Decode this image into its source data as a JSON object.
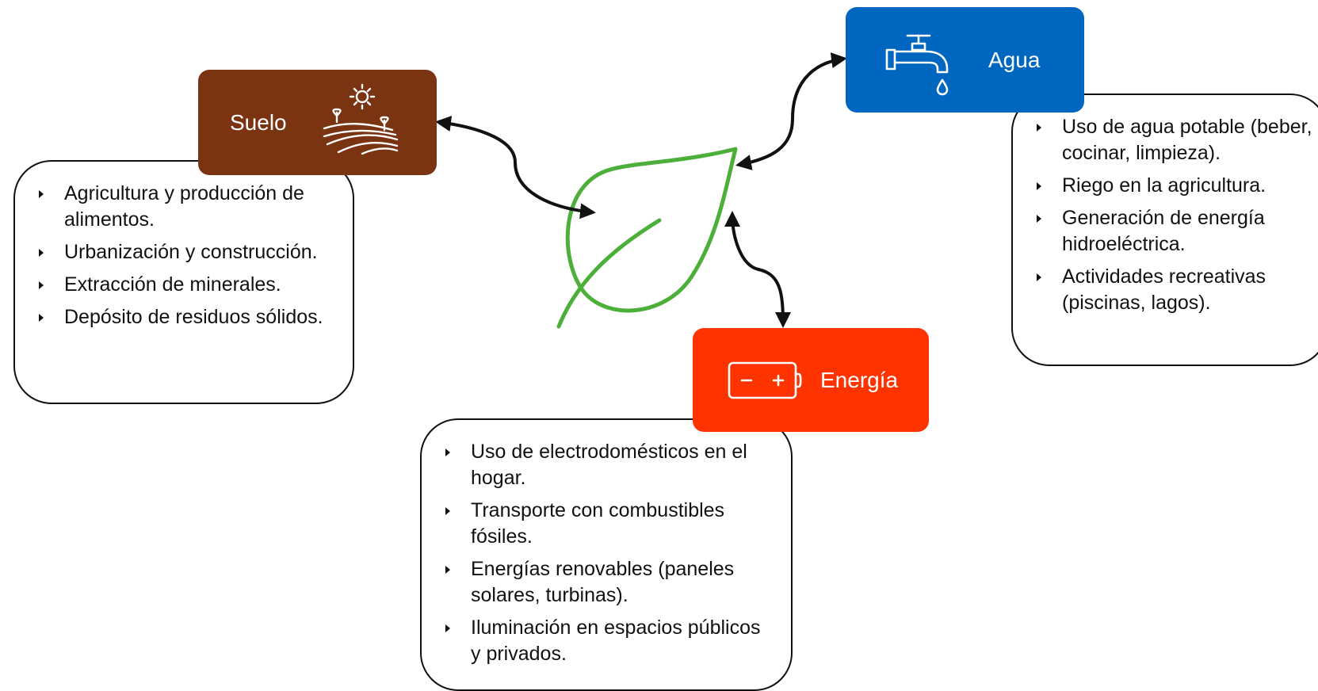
{
  "diagram": {
    "nodes": {
      "suelo": {
        "label": "Suelo",
        "color": "#7a3412",
        "icon": "farm-field-sun-icon",
        "items": [
          "Agricultura y producción de alimentos.",
          "Urbanización y construcción.",
          "Extracción de minerales.",
          "Depósito de residuos sólidos."
        ]
      },
      "agua": {
        "label": "Agua",
        "color": "#0067c0",
        "icon": "water-faucet-icon",
        "items": [
          "Uso de agua potable (beber, cocinar, limpieza).",
          "Riego en la agricultura.",
          "Generación de energía hidroeléctrica.",
          "Actividades recreativas (piscinas, lagos)."
        ]
      },
      "energia": {
        "label": "Energía",
        "color": "#ff3300",
        "icon": "battery-icon",
        "items": [
          "Uso de electrodomésticos en el hogar.",
          "Transporte con combustibles fósiles.",
          "Energías renovables (paneles solares, turbinas).",
          "Iluminación en espacios públicos y privados."
        ]
      }
    },
    "center_icon": "leaf-icon",
    "leaf_color": "#4caf3a",
    "arrow_color": "#111111"
  }
}
